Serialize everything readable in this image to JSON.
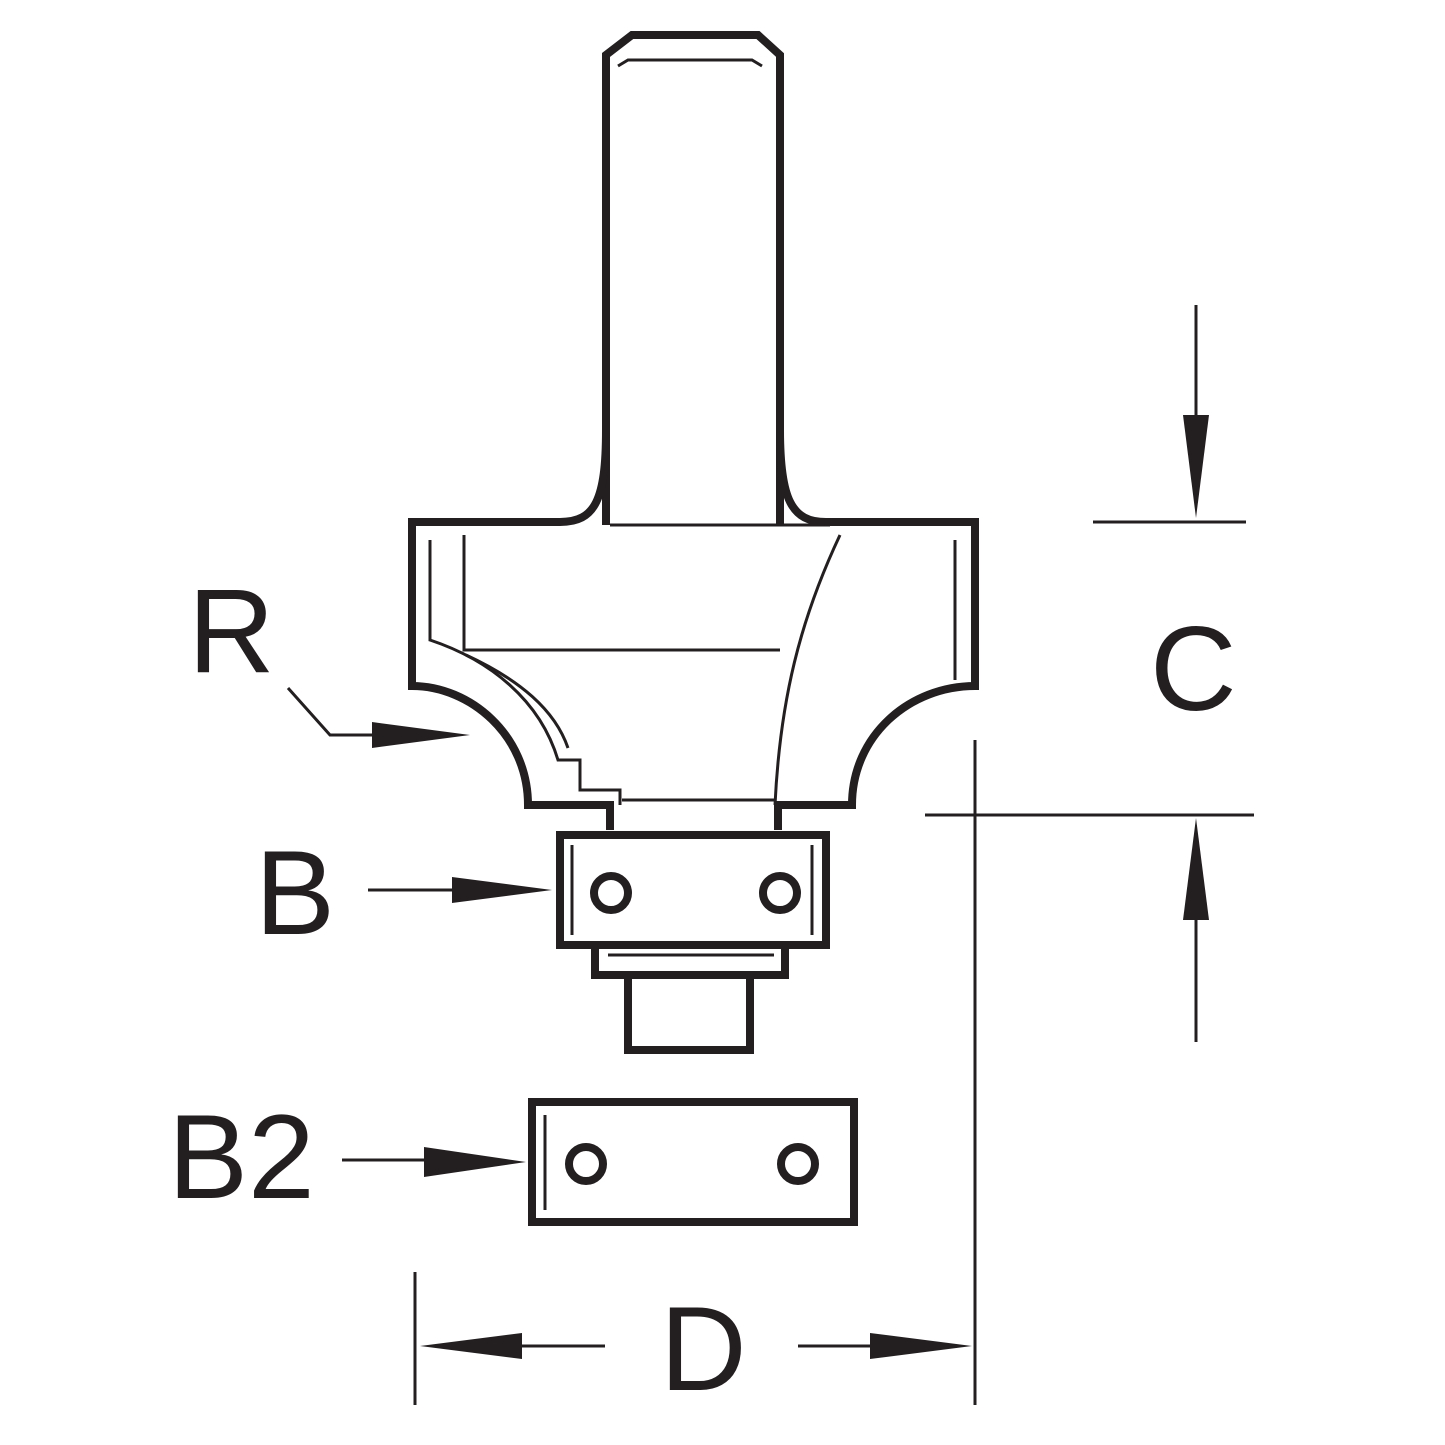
{
  "labels": {
    "radius": "R",
    "bearing": "B",
    "alt_bearing": "B2",
    "cut_depth": "C",
    "diameter": "D"
  },
  "colors": {
    "line": "#231f20",
    "background": "#ffffff"
  }
}
